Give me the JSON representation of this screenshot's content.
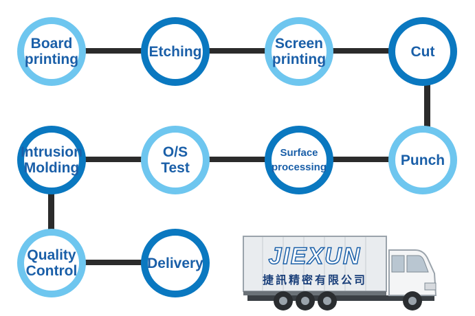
{
  "steps": [
    {
      "id": "board-printing",
      "label": "Board\nprinting",
      "style": "light"
    },
    {
      "id": "etching",
      "label": "Etching",
      "style": "dark"
    },
    {
      "id": "screen-printing",
      "label": "Screen\nprinting",
      "style": "light"
    },
    {
      "id": "cut",
      "label": "Cut",
      "style": "dark"
    },
    {
      "id": "punch",
      "label": "Punch",
      "style": "light"
    },
    {
      "id": "surface-processing",
      "label": "Surface\nprocessing",
      "style": "dark"
    },
    {
      "id": "os-test",
      "label": "O/S Test",
      "style": "light"
    },
    {
      "id": "intrusion-molding",
      "label": "Intrusion\nMolding",
      "style": "dark"
    },
    {
      "id": "quality-control",
      "label": "Quality\nControl",
      "style": "light"
    },
    {
      "id": "delivery",
      "label": "Delivery",
      "style": "dark"
    }
  ],
  "truck": {
    "logo_text": "JIEXUN",
    "company_name": "捷訊精密有限公司"
  },
  "colors": {
    "ring_light": "#6ec6ef",
    "ring_dark": "#0a78c0",
    "label": "#1a5fa8",
    "connector": "#2b2b2b"
  }
}
